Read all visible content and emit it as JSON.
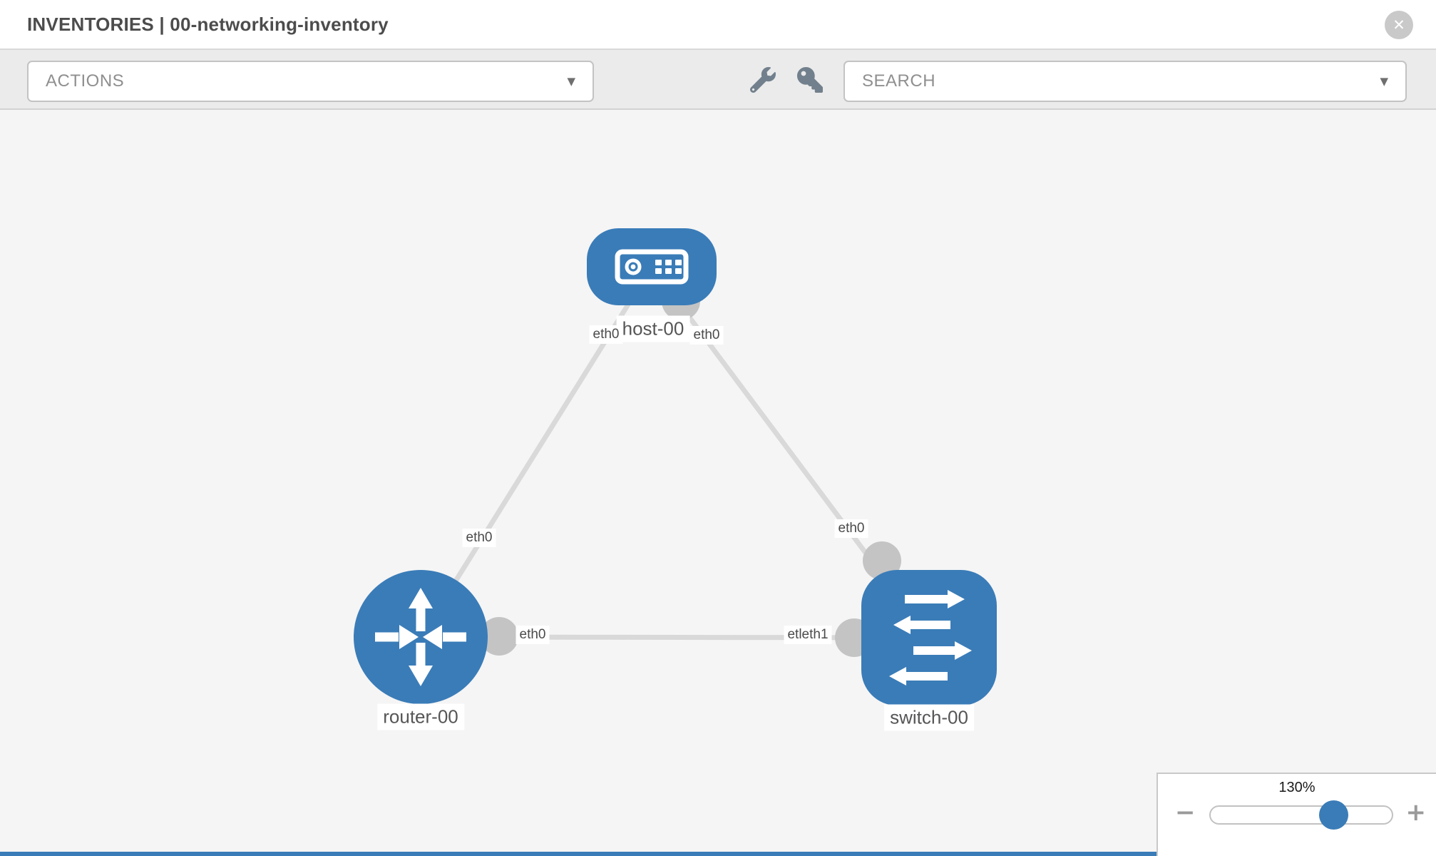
{
  "header": {
    "title": "INVENTORIES | 00-networking-inventory",
    "close_glyph": "✕"
  },
  "toolbar": {
    "actions_placeholder": "ACTIONS",
    "search_placeholder": "SEARCH",
    "caret_glyph": "▼",
    "icons": [
      "wrench-icon",
      "key-icon"
    ]
  },
  "colors": {
    "node_blue": "#3a7cb8",
    "link_gray": "#d9d9d9",
    "endpoint_gray": "#c4c4c4",
    "canvas_bg": "#f5f5f5",
    "toolbar_bg": "#ebebeb",
    "footer_blue": "#3a7cb8"
  },
  "topology": {
    "nodes": [
      {
        "id": "host-00",
        "type": "host",
        "label": "host-00"
      },
      {
        "id": "router-00",
        "type": "router",
        "label": "router-00"
      },
      {
        "id": "switch-00",
        "type": "switch",
        "label": "switch-00"
      }
    ],
    "interface_labels": {
      "host_to_router": "eth0",
      "host_to_switch": "eth0",
      "router_to_host": "eth0",
      "router_to_switch": "eth0",
      "switch_to_host": "eth0",
      "switch_to_router": "etleth1"
    }
  },
  "zoom_control": {
    "value": "130%",
    "minus_glyph": "−",
    "plus_glyph": "+"
  }
}
